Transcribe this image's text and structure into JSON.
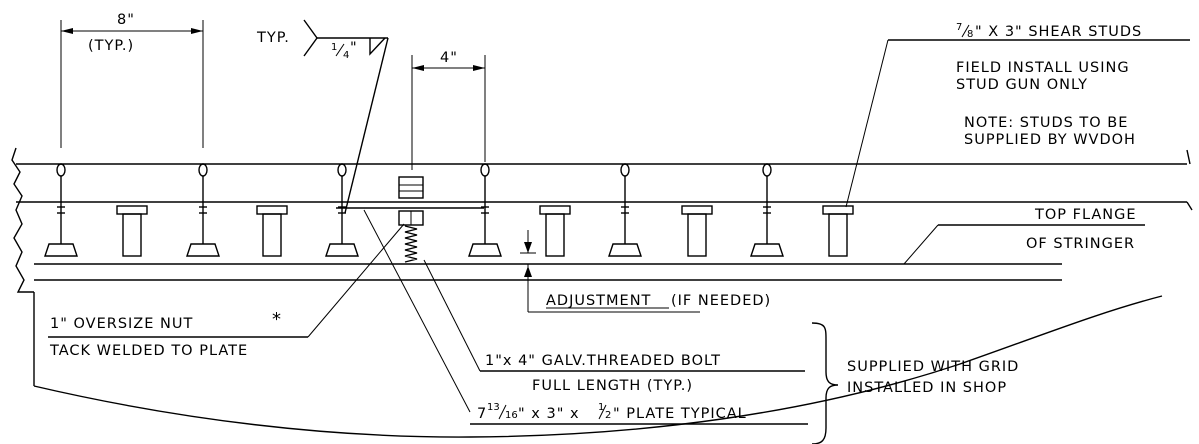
{
  "dimensions": {
    "stud_spacing": "8\"",
    "stud_spacing_note": "(TYP.)",
    "bolt_spacing": "4\"",
    "adjustment": "ADJUSTMENT",
    "adjustment_note": "(IF NEEDED)"
  },
  "weld_symbol": {
    "typ": "TYP.",
    "size_num": "1",
    "size_den": "4",
    "size_unit": "\""
  },
  "shear_studs": {
    "size_num": "7",
    "size_den": "8",
    "label_rest": "\" X 3\" SHEAR STUDS",
    "install_line1": "FIELD INSTALL USING",
    "install_line2": "STUD GUN ONLY",
    "note_line1": "NOTE: STUDS TO BE",
    "note_line2": "SUPPLIED BY WVDOH"
  },
  "stringer": {
    "line1": "TOP FLANGE",
    "line2": "OF STRINGER"
  },
  "nut": {
    "line1": "1\" OVERSIZE NUT",
    "asterisk": "*",
    "line2": "TACK WELDED TO PLATE"
  },
  "bolt": {
    "line1": "1\"x 4\" GALV.THREADED BOLT",
    "line2": "FULL LENGTH (TYP.)"
  },
  "plate": {
    "whole": "7",
    "frac_num": "13",
    "frac_den": "16",
    "mid": "\" x 3\" x",
    "frac2_num": "1",
    "frac2_den": "2",
    "rest": "\" PLATE TYPICAL"
  },
  "supply_note": {
    "line1": "SUPPLIED WITH GRID",
    "line2": "INSTALLED IN SHOP"
  }
}
